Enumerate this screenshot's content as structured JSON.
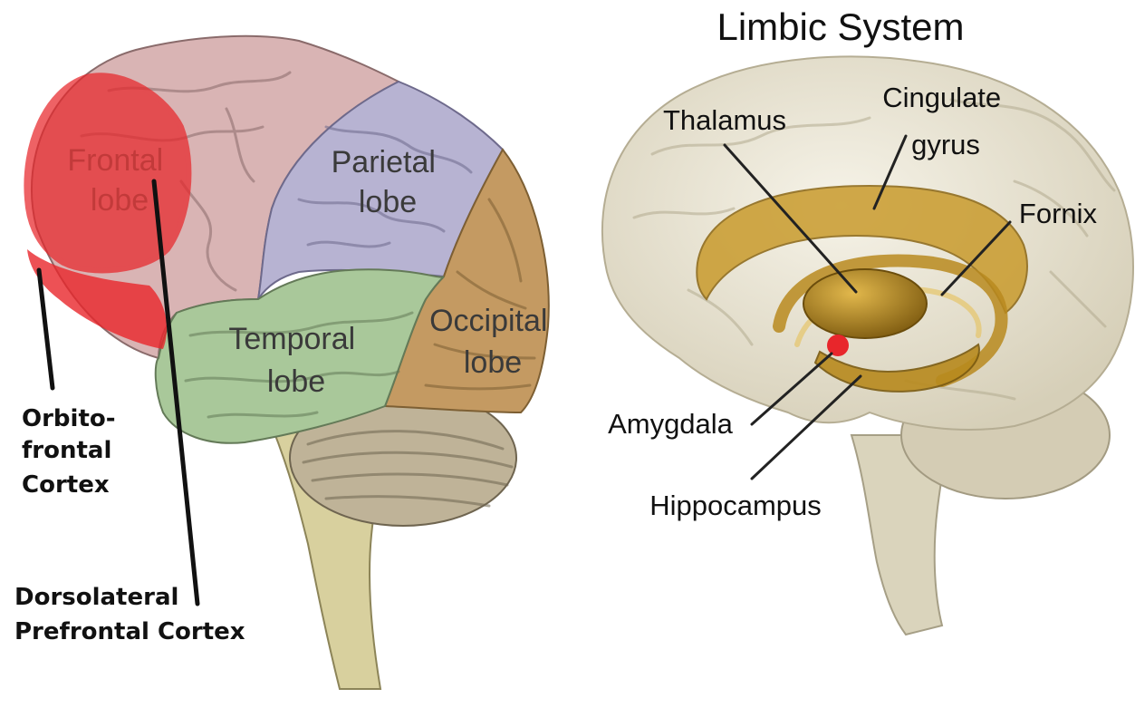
{
  "left_brain": {
    "lobes": {
      "frontal": [
        "Frontal",
        "lobe"
      ],
      "parietal": [
        "Parietal",
        "lobe"
      ],
      "temporal": [
        "Temporal",
        "lobe"
      ],
      "occipital": [
        "Occipital",
        "lobe"
      ]
    },
    "callouts": {
      "orbitofrontal": [
        "Orbito-",
        "frontal",
        "Cortex"
      ],
      "dorsolateral": [
        "Dorsolateral",
        "Prefrontal Cortex"
      ]
    },
    "colors": {
      "frontal": "#d9b4b4",
      "parietal": "#b7b3d2",
      "temporal": "#a9c89a",
      "occipital": "#c49a62",
      "highlight": "#e8262b"
    }
  },
  "limbic": {
    "title": "Limbic System",
    "labels": {
      "thalamus": "Thalamus",
      "cingulate": [
        "Cingulate",
        "gyrus"
      ],
      "fornix": "Fornix",
      "amygdala": "Amygdala",
      "hippocampus": "Hippocampus"
    },
    "colors": {
      "brain": "#ece7d8",
      "structures": "#b88a1e",
      "amygdala_marker": "#e8262b"
    }
  }
}
